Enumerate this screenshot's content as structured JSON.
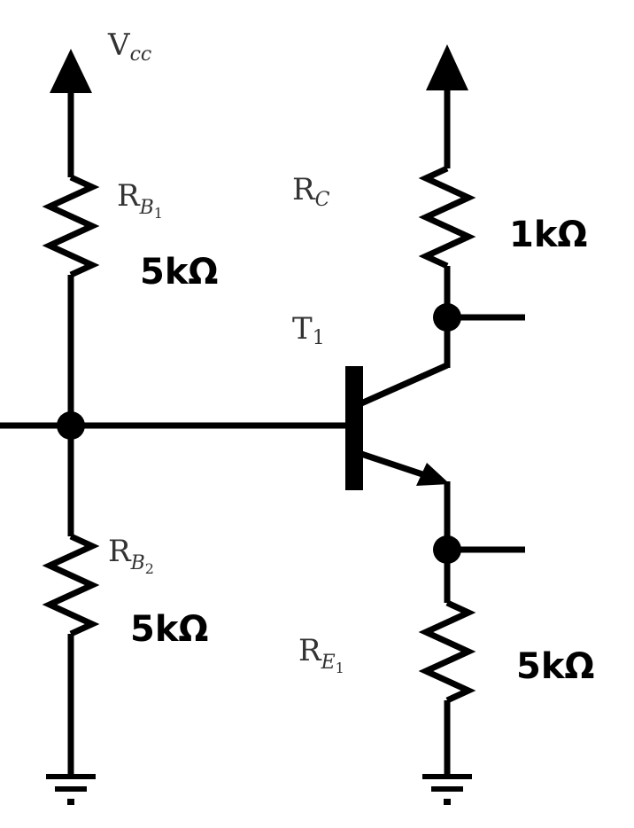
{
  "labels": {
    "vcc": {
      "main": "V",
      "sub": "cc"
    },
    "rb1": {
      "main": "R",
      "sub": "B",
      "sub2": "1"
    },
    "rb2": {
      "main": "R",
      "sub": "B",
      "sub2": "2"
    },
    "rc": {
      "main": "R",
      "sub": "C"
    },
    "re1": {
      "main": "R",
      "sub": "E",
      "sub2": "1"
    },
    "t1": {
      "main": "T",
      "sub": "1"
    }
  },
  "values": {
    "rb1": "5kΩ",
    "rb2": "5kΩ",
    "rc": "1kΩ",
    "re1": "5kΩ"
  }
}
